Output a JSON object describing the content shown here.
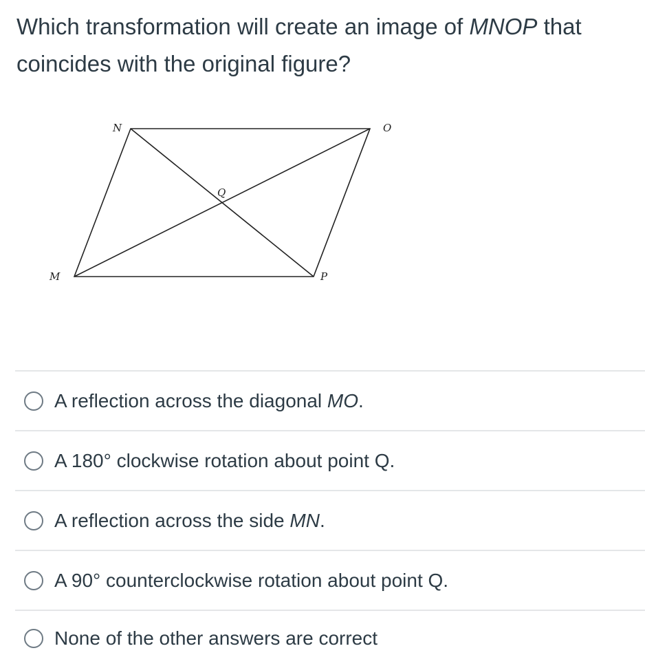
{
  "question": {
    "part1": "Which transformation will create an image of ",
    "figure_name": "MNOP",
    "part2": " that coincides with the original figure?"
  },
  "figure": {
    "labels": {
      "M": "M",
      "N": "N",
      "O": "O",
      "P": "P",
      "Q": "Q"
    }
  },
  "answers": [
    {
      "pre": "A reflection across the diagonal ",
      "em": "MO",
      "post": "."
    },
    {
      "pre": "A 180° clockwise rotation about point Q.",
      "em": "",
      "post": ""
    },
    {
      "pre": "A reflection across the side ",
      "em": "MN",
      "post": "."
    },
    {
      "pre": "A 90° counterclockwise rotation about point Q.",
      "em": "",
      "post": ""
    },
    {
      "pre": "None of the other answers are correct",
      "em": "",
      "post": ""
    }
  ]
}
